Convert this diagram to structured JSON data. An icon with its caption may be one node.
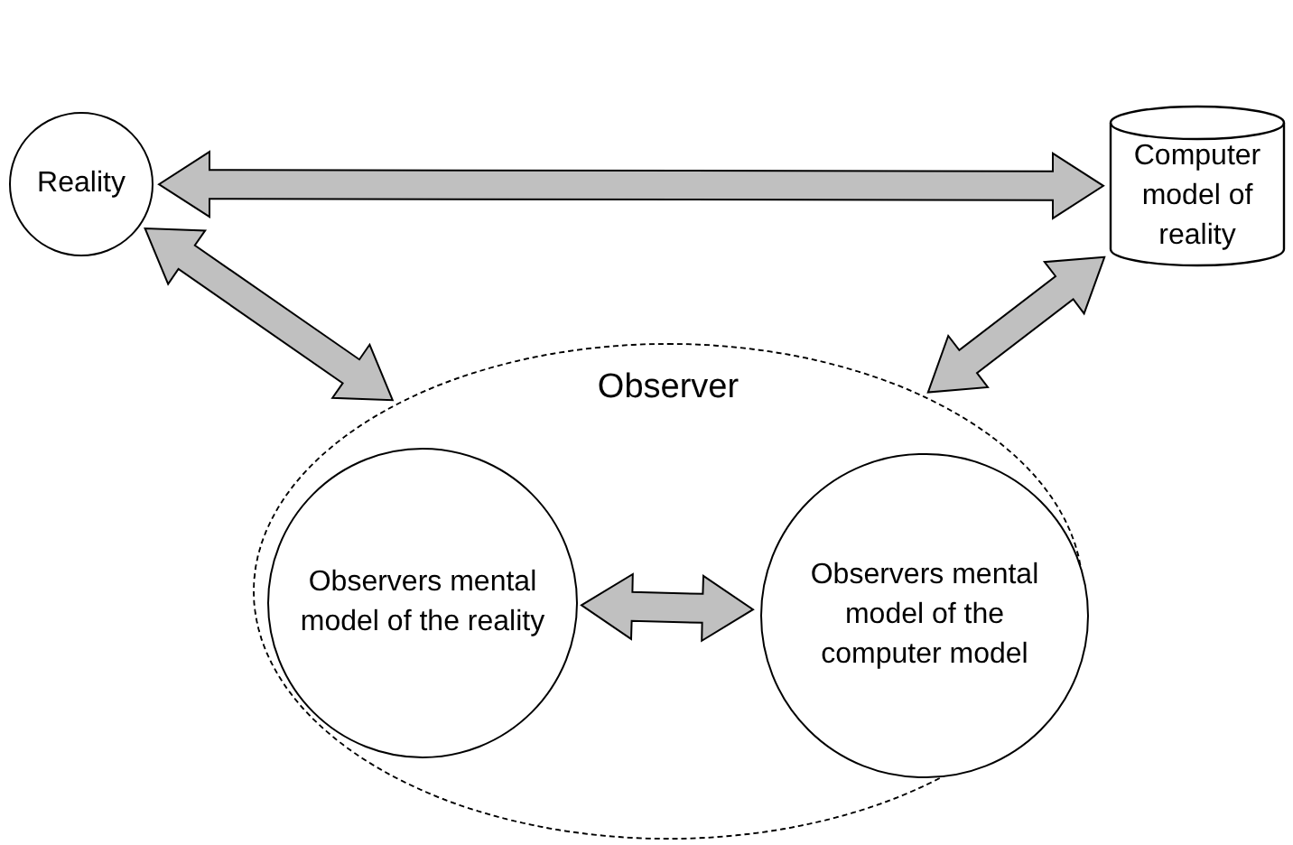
{
  "diagram": {
    "nodes": [
      {
        "text": [
          "Reality"
        ]
      },
      {
        "text": [
          "Computer model of reality"
        ]
      },
      {
        "text": [
          "Observer"
        ]
      },
      {
        "text": [
          "Observers mental model of the reality"
        ],
        "in": 2
      },
      {
        "text": [
          "Observers mental model of the computer model"
        ],
        "in": 2
      }
    ],
    "edges": [
      {
        "from": 0,
        "to": 1,
        "arrow": "both"
      },
      {
        "from": 0,
        "to": 2,
        "arrow": "both"
      },
      {
        "from": 1,
        "to": 2,
        "arrow": "both"
      },
      {
        "from": 3,
        "to": 4,
        "arrow": "both"
      }
    ]
  }
}
